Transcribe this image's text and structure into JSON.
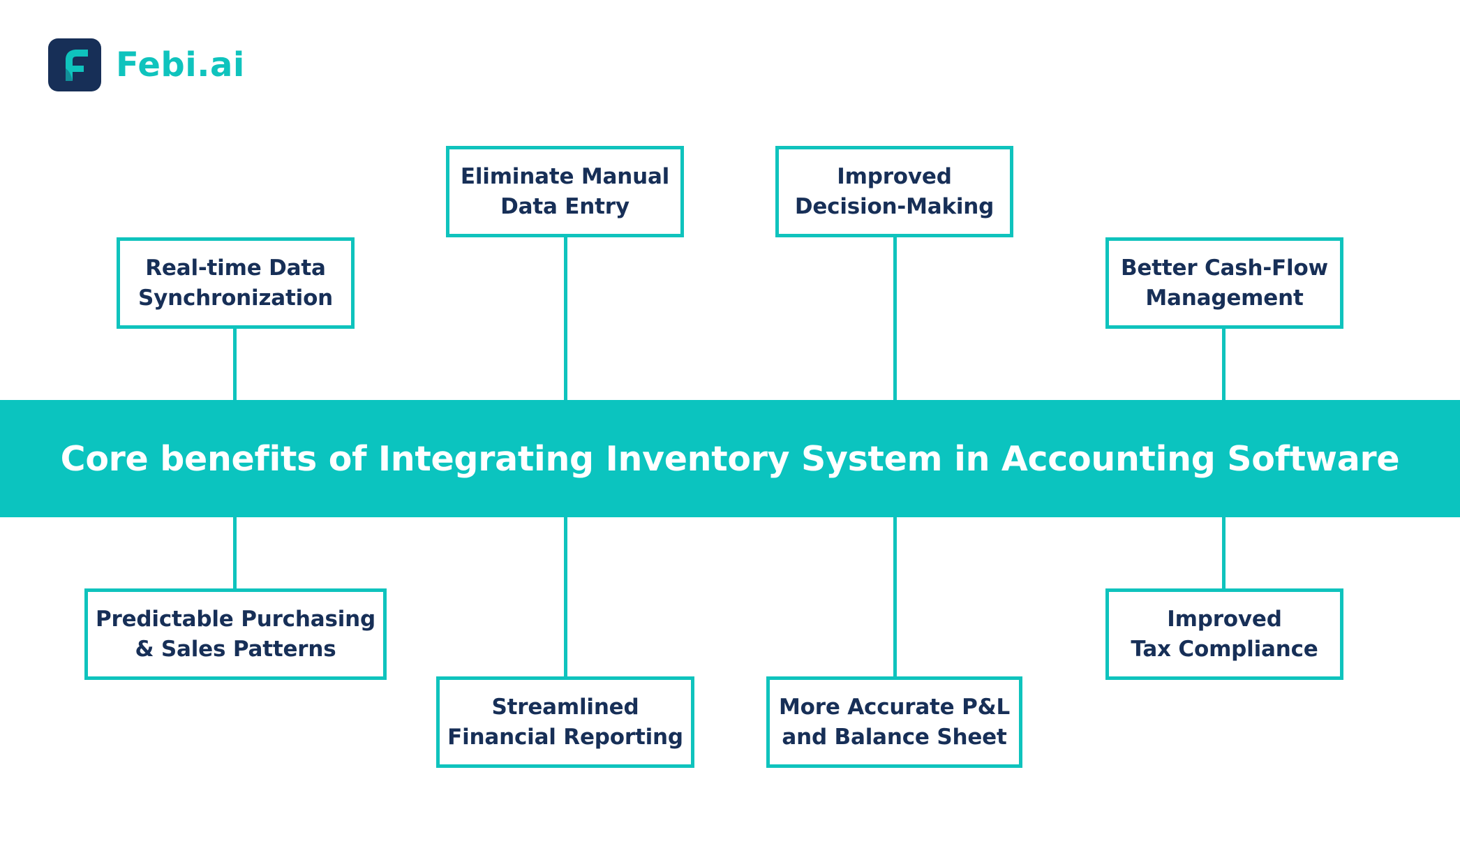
{
  "brand": {
    "name": "Febi.ai"
  },
  "diagram": {
    "title": "Core benefits of Integrating Inventory System in Accounting Software",
    "top_benefits": [
      "Real-time Data\nSynchronization",
      "Eliminate Manual\nData Entry",
      "Improved\nDecision-Making",
      "Better Cash-Flow\nManagement"
    ],
    "bottom_benefits": [
      "Predictable Purchasing\n& Sales Patterns",
      "Streamlined\nFinancial Reporting",
      "More Accurate P&L\nand Balance Sheet",
      "Improved\nTax Compliance"
    ]
  },
  "colors": {
    "accent": "#0fc3bd",
    "navy": "#172f57",
    "band": "#0bc4bf"
  }
}
